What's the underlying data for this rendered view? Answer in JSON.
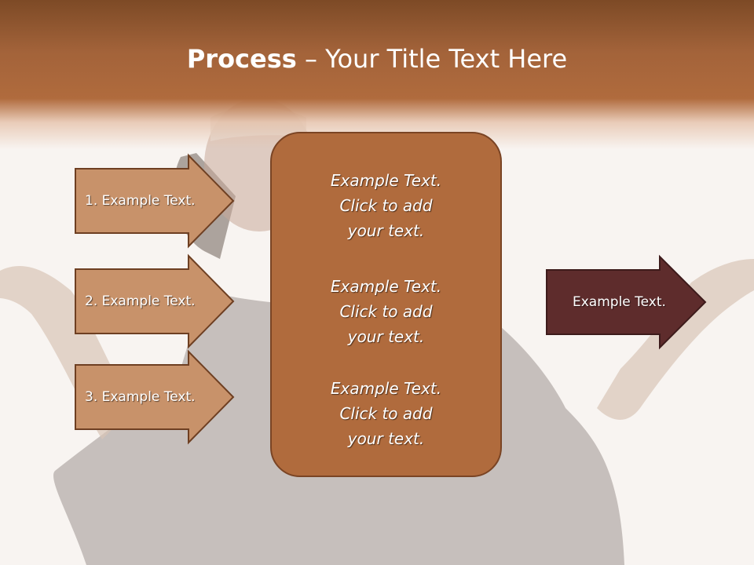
{
  "slide": {
    "title_bold": "Process",
    "title_dash": " – ",
    "title_rest": "Your Title Text Here",
    "left_steps": [
      {
        "label": "1. Example Text."
      },
      {
        "label": "2. Example Text."
      },
      {
        "label": "3. Example Text."
      }
    ],
    "center_blocks": [
      {
        "line1": "Example Text.",
        "line2": "Click  to add",
        "line3": "your text."
      },
      {
        "line1": "Example Text.",
        "line2": "Click  to add",
        "line3": "your text."
      },
      {
        "line1": "Example Text.",
        "line2": "Click  to add",
        "line3": "your text."
      }
    ],
    "result": {
      "label": "Example Text."
    },
    "colors": {
      "header": "#a3633a",
      "arrow_fill": "#c8926a",
      "arrow_border": "#6e3f22",
      "center_fill": "#b06b3d",
      "result_fill": "#5e2c2c"
    }
  }
}
